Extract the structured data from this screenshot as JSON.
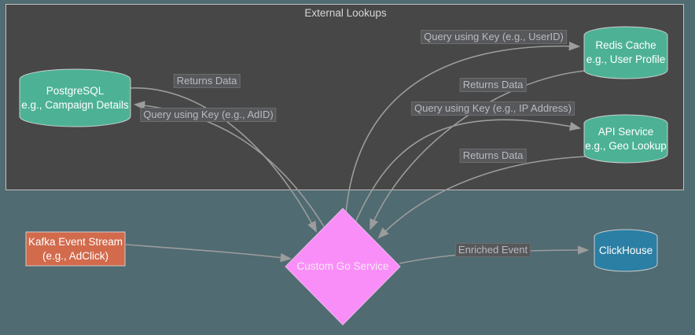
{
  "subgraph": {
    "title": "External Lookups"
  },
  "colors": {
    "background": "#506B72",
    "subgraph_fill": "#474747",
    "subgraph_border": "#C2C0BE",
    "db_green": "#4DB295",
    "kafka_orange": "#D26A4C",
    "service_pink": "#FA8EF9",
    "clickhouse_blue": "#2B7FA4",
    "edge_gray": "#9C9C9C",
    "edge_label_bg": "#56585A",
    "edge_label_text": "#BAB9C2",
    "node_text": "#FFFFFF"
  },
  "nodes": {
    "postgres": {
      "line1": "PostgreSQL",
      "line2": "e.g., Campaign Details"
    },
    "redis": {
      "line1": "Redis Cache",
      "line2": "e.g., User Profile"
    },
    "api": {
      "line1": "API Service",
      "line2": "e.g., Geo Lookup"
    },
    "kafka": {
      "line1": "Kafka Event Stream",
      "line2": "(e.g., AdClick)"
    },
    "go_service": {
      "line1": "Custom Go Service"
    },
    "clickhouse": {
      "line1": "ClickHouse"
    }
  },
  "edges": {
    "pg_query": {
      "label": "Query using Key (e.g., AdID)"
    },
    "pg_returns": {
      "label": "Returns Data"
    },
    "redis_query": {
      "label": "Query using Key (e.g., UserID)"
    },
    "redis_returns": {
      "label": "Returns Data"
    },
    "api_query": {
      "label": "Query using Key (e.g., IP Address)"
    },
    "api_returns": {
      "label": "Returns Data"
    },
    "enriched": {
      "label": "Enriched Event"
    }
  }
}
